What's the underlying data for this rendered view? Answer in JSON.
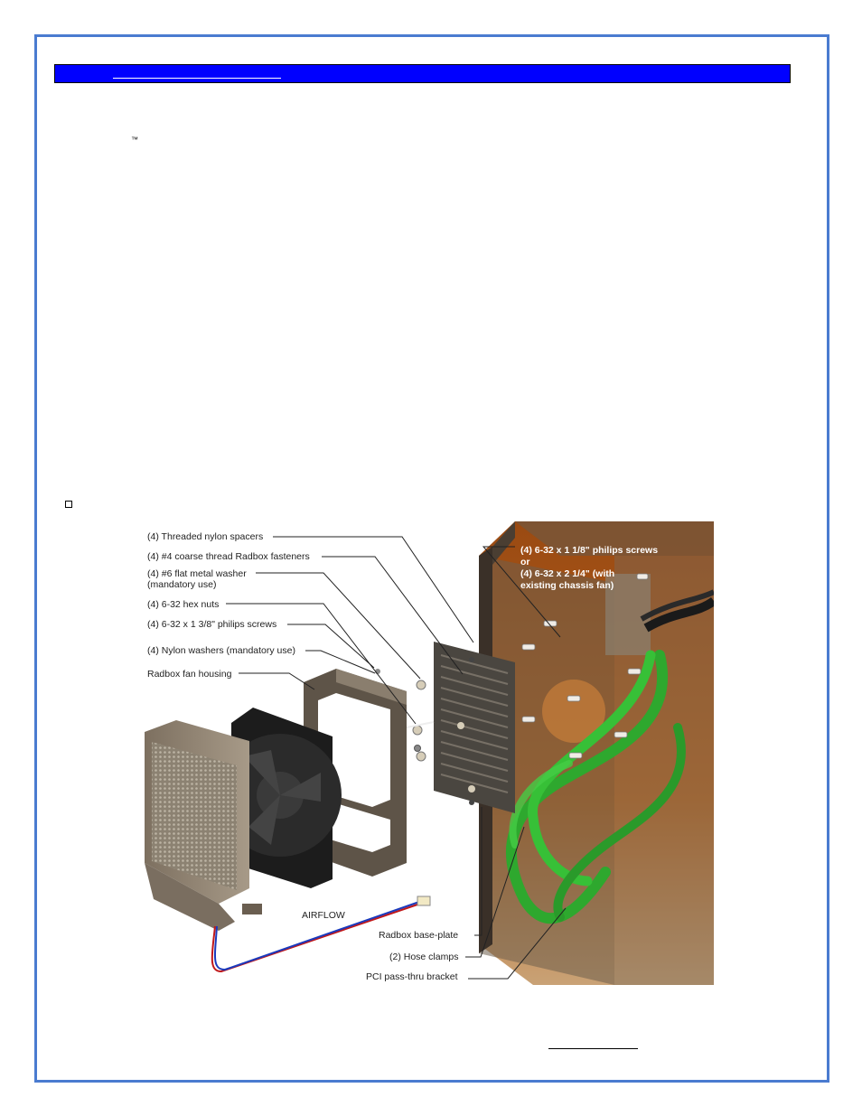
{
  "document": {
    "trademark": "™"
  },
  "figure": {
    "labels": {
      "threaded_spacers": "(4) Threaded nylon spacers",
      "coarse_fasteners": "(4) #4 coarse thread Radbox fasteners",
      "flat_washer": "(4) #6 flat metal washer\n(mandatory use)",
      "hex_nuts": "(4) 6-32 hex nuts",
      "phillips_138": "(4) 6-32 x 1 3/8\" philips screws",
      "nylon_washers": "(4) Nylon washers (mandatory use)",
      "fan_housing": "Radbox fan housing",
      "phillips_118": "(4) 6-32 x 1 1/8\" philips screws\n   or\n   (4) 6-32 x 2 1/4\" (with\n   existing chassis fan)",
      "airflow": "AIRFLOW",
      "base_plate": "Radbox base-plate",
      "hose_clamps": "(2) Hose clamps",
      "pci_bracket": "PCI pass-thru bracket"
    }
  },
  "colors": {
    "title_bar": "#0000ff",
    "page_border": "#4a7bd0"
  }
}
